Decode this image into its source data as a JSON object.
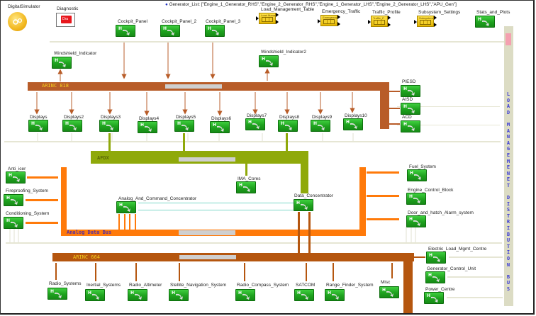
{
  "app": {
    "simulator_label": "DigitalSimulator",
    "diagnostic_label": "Diagnostic",
    "diagnostic_icon_text": "Dra",
    "generator_list": "Generator_List: [\"Engine_1_Generator_RHS\",\"Engine_2_Generator_RHS\",\"Engine_1_Generator_LHS\",\"Engine_2_Generator_LHS\",\"APU_Gen\"]"
  },
  "top_blocks": {
    "cockpit": [
      "Cockpit_Panel",
      "Cockpit_Panel_2",
      "Cockpit_Panel_3"
    ],
    "tables": [
      {
        "label": "Load_Management_Table",
        "inner": "Load Mana"
      },
      {
        "label": "Emergency_Traffic",
        "inner": "Emergency"
      },
      {
        "label": "Traffic_Profile",
        "inner": "Traffic_P"
      },
      {
        "label": "Subsystem_Settings",
        "inner": "Subsystem"
      }
    ],
    "stats": "Stats_and_Plots"
  },
  "windshield": [
    "Windshield_Indicator",
    "Windshield_Indicator2"
  ],
  "buses": {
    "arinc818": "ARINC  818",
    "afdx": "AFDX",
    "analog": "Analog Data Bus",
    "arinc664": "ARINC  664",
    "load_mgmt_vertical": [
      "L",
      "O",
      "A",
      "D",
      " ",
      "M",
      "A",
      "N",
      "A",
      "G",
      "E",
      "M",
      "E",
      "N",
      "E",
      "T",
      " ",
      "D",
      "I",
      "S",
      "T",
      "R",
      "I",
      "B",
      "U",
      "T",
      "I",
      "O",
      "N",
      " ",
      "B",
      "U",
      "S"
    ]
  },
  "displays": [
    "Displays",
    "Displays2",
    "Displays3",
    "Displays4",
    "Displays5",
    "Displays6",
    "Displays7",
    "Displays8",
    "Displays9",
    "Displays10"
  ],
  "right_818": [
    "PIESD",
    "AISD",
    "ACD"
  ],
  "afdx_nodes": [
    "IMA_Cores",
    "Data_Concentrator"
  ],
  "analog_left": [
    "Anti_icer",
    "Fireproofing_System",
    "Conditioning_System"
  ],
  "analog_center": "Analog_And_Command_Concentrator",
  "analog_right": [
    "Fuel_System",
    "Engine_Control_Block",
    "Door_and_hatch_Alarm_system"
  ],
  "arinc664_nodes": [
    "Radio_Systems",
    "Inertial_Systems",
    "Radio_Altimeter",
    "Stellite_Navigation_System",
    "Radio_Compass_System",
    "SATCOM",
    "Range_Finder_System",
    "Misc"
  ],
  "power_nodes": [
    "Electric_Load_Mgmt_Centre",
    "Generator_Control_Unit",
    "Power_Centre"
  ],
  "colors": {
    "arinc": "#b85c28",
    "afdx": "#8fa90a",
    "analog": "#ff7a0a",
    "arinc664": "#b5560f",
    "busname_yellow": "#f5d020",
    "busname_purple": "#5a2fa0",
    "block_green": "#22a622"
  }
}
